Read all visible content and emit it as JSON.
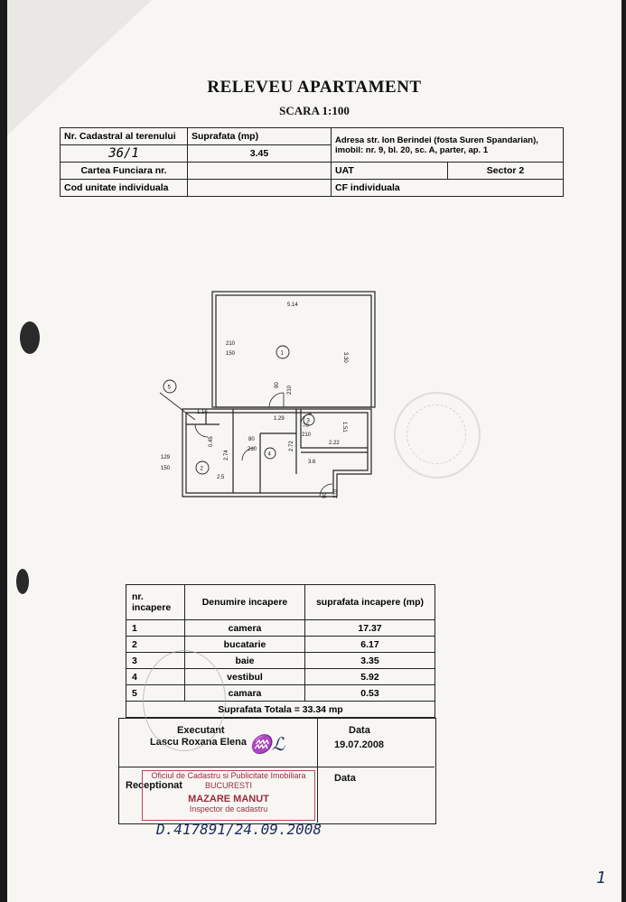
{
  "header": {
    "title": "RELEVEU APARTAMENT",
    "scale": "SCARA 1:100"
  },
  "info_table": {
    "cadastral_label": "Nr. Cadastral al terenului",
    "cadastral_value": "36/1",
    "area_label": "Suprafata (mp)",
    "area_value": "3.45",
    "address_text": "Adresa str. Ion Berindei (fosta Suren Spandarian), imobil: nr. 9, bl. 20, sc. A, parter, ap. 1",
    "carte_funciara_label": "Cartea Funciara nr.",
    "uat_label": "UAT",
    "sector_value": "Sector 2",
    "cod_label": "Cod unitate individuala",
    "cf_label": "CF individuala"
  },
  "plan": {
    "dims": {
      "top": "5.14",
      "right": "3.30",
      "door1_top": "210",
      "door1_bot": "150",
      "w1": "90",
      "h1": "210",
      "d129": "1.29",
      "d116": "1.16",
      "d045": "0.45",
      "d274": "2.74",
      "d80": "80",
      "d210b": "210",
      "d272": "2.72",
      "d70": "70",
      "d210c": "210",
      "d151": "1.51",
      "d222": "2.22",
      "d36": "3.6",
      "d25": "2.5",
      "w129": "129",
      "w150": "150",
      "d90b": "90",
      "d210d": "210"
    },
    "room_numbers": [
      "1",
      "2",
      "3",
      "4",
      "5"
    ]
  },
  "rooms_table": {
    "col_nr": "nr. incapere",
    "col_name": "Denumire incapere",
    "col_area": "suprafata incapere (mp)",
    "rows": [
      {
        "nr": "1",
        "name": "camera",
        "area": "17.37"
      },
      {
        "nr": "2",
        "name": "bucatarie",
        "area": "6.17"
      },
      {
        "nr": "3",
        "name": "baie",
        "area": "3.35"
      },
      {
        "nr": "4",
        "name": "vestibul",
        "area": "5.92"
      },
      {
        "nr": "5",
        "name": "camara",
        "area": "0.53"
      }
    ],
    "total": "Suprafata Totala = 33.34 mp"
  },
  "signatures": {
    "executant_label": "Executant",
    "executant_name": "Lascu Roxana Elena",
    "data_label": "Data",
    "executant_date": "19.07.2008",
    "receptionat_label": "Receptionat",
    "data2_label": "Data",
    "red_stamp_line1": "Oficiul de Cadastru si Publicitate Imobiliara",
    "red_stamp_line2": "BUCURESTI",
    "red_stamp_line3": "MAZARE MANUT",
    "red_stamp_line4": "Inspector de cadastru",
    "handwritten_ref": "D.417891/24.09.2008",
    "page_mark": "1"
  }
}
